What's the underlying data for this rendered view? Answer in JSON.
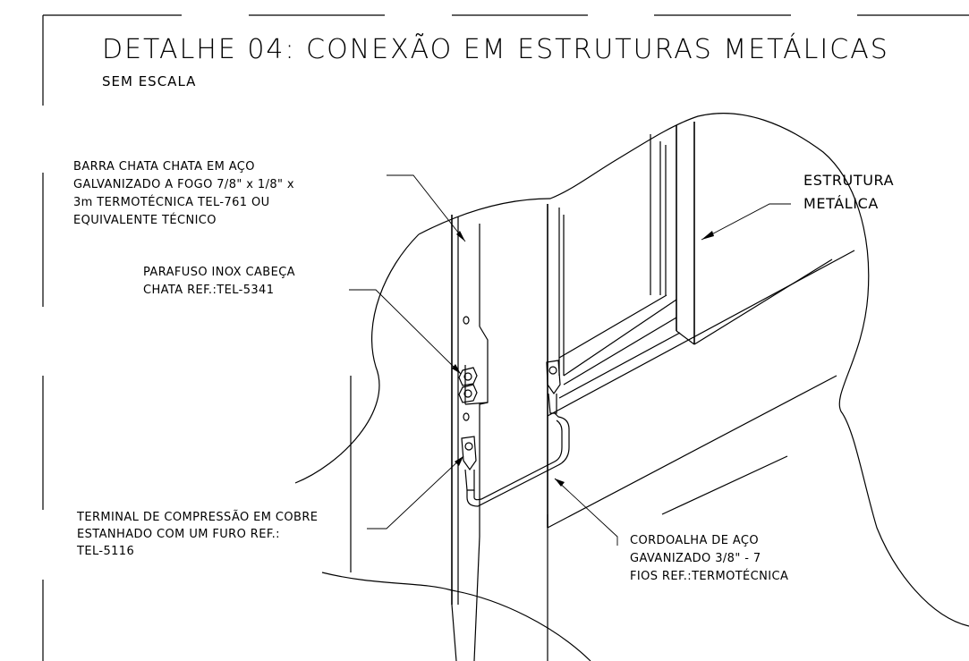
{
  "title": "DETALHE 04: CONEXÃO EM ESTRUTURAS METÁLICAS",
  "subtitle": "SEM ESCALA",
  "labels": {
    "barra_chata": [
      "BARRA CHATA CHATA EM AÇO",
      "GALVANIZADO A FOGO 7/8\" x 1/8\" x",
      "3m TERMOTÉCNICA TEL-761 OU",
      "EQUIVALENTE TÉCNICO"
    ],
    "estrutura": [
      "ESTRUTURA",
      "METÁLICA"
    ],
    "parafuso": [
      "PARAFUSO INOX CABEÇA",
      "CHATA REF.:TEL-5341"
    ],
    "terminal": [
      "TERMINAL DE COMPRESSÃO EM COBRE",
      "ESTANHADO COM UM FURO REF.:",
      "TEL-5116"
    ],
    "cordoalha": [
      "CORDOALHA DE AÇO",
      "GAVANIZADO 3/8\" - 7",
      "FIOS REF.:TERMOTÉCNICA"
    ]
  }
}
